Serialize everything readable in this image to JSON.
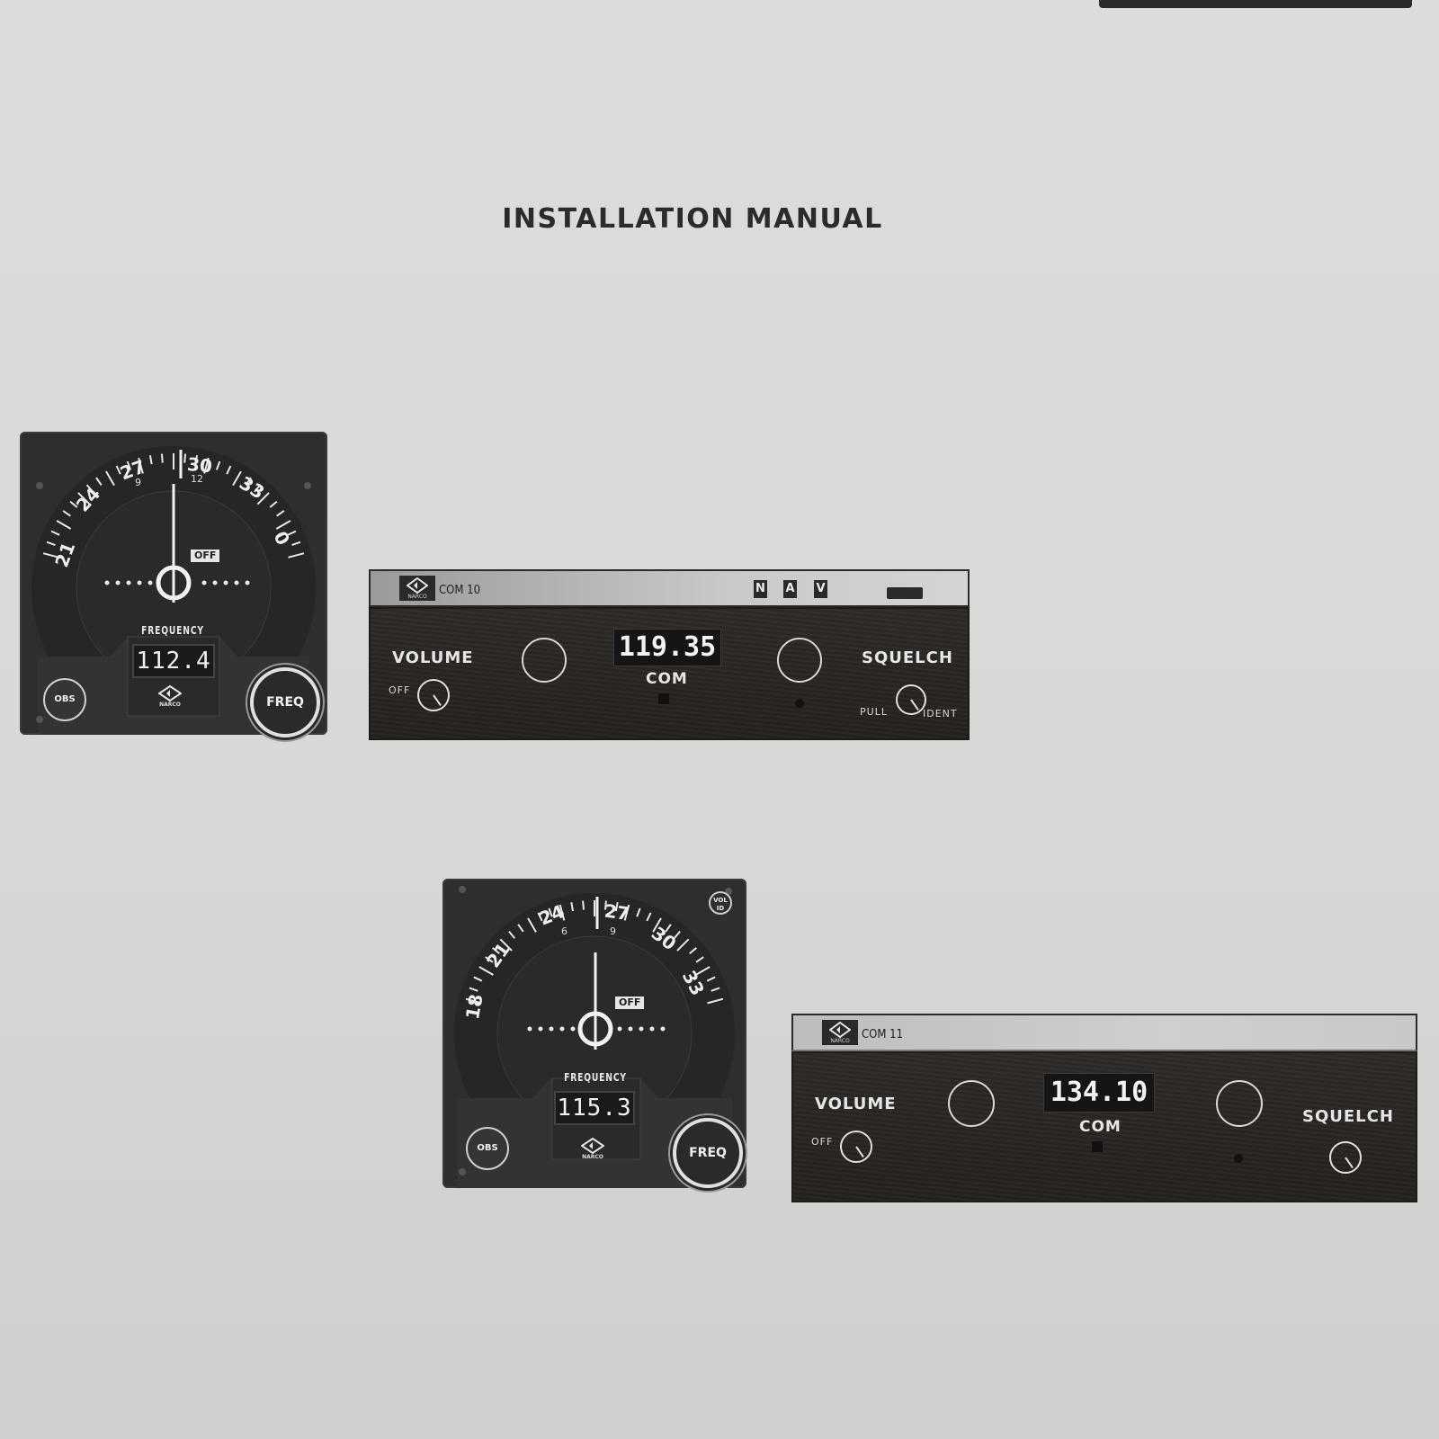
{
  "page": {
    "title": "INSTALLATION MANUAL"
  },
  "nav_indicator_1": {
    "scale_labels": [
      "21",
      "24",
      "27",
      "30",
      "33",
      "0"
    ],
    "inner_labels": [
      "9",
      "12"
    ],
    "flag": "OFF",
    "frequency_label": "FREQUENCY",
    "frequency_value": "112.4",
    "obs_label": "OBS",
    "freq_knob_label": "FREQ",
    "logo_text": "NARCO"
  },
  "com_radio_1": {
    "model": "COM 10",
    "logo_text": "NARCO",
    "nav_letters": [
      "N",
      "A",
      "V"
    ],
    "volume_label": "VOLUME",
    "off_label": "OFF",
    "display_value": "119.35",
    "display_label": "COM",
    "squelch_label": "SQUELCH",
    "pull_label": "PULL",
    "ident_label": "IDENT"
  },
  "nav_indicator_2": {
    "scale_labels": [
      "18",
      "21",
      "24",
      "27",
      "30",
      "33"
    ],
    "inner_labels": [
      "6",
      "9"
    ],
    "flag": "OFF",
    "frequency_label": "FREQUENCY",
    "frequency_value": "115.3",
    "obs_label": "OBS",
    "freq_knob_label": "FREQ",
    "vol_id_label_1": "VOL",
    "vol_id_label_2": "ID",
    "logo_text": "NARCO"
  },
  "com_radio_2": {
    "model": "COM 11",
    "logo_text": "NARCO",
    "volume_label": "VOLUME",
    "off_label": "OFF",
    "display_value": "134.10",
    "display_label": "COM",
    "squelch_label": "SQUELCH"
  },
  "colors": {
    "paper": "#d9d9d7",
    "panel_dark": "#2e2e2e",
    "faceplate": "#c6c6c4"
  }
}
